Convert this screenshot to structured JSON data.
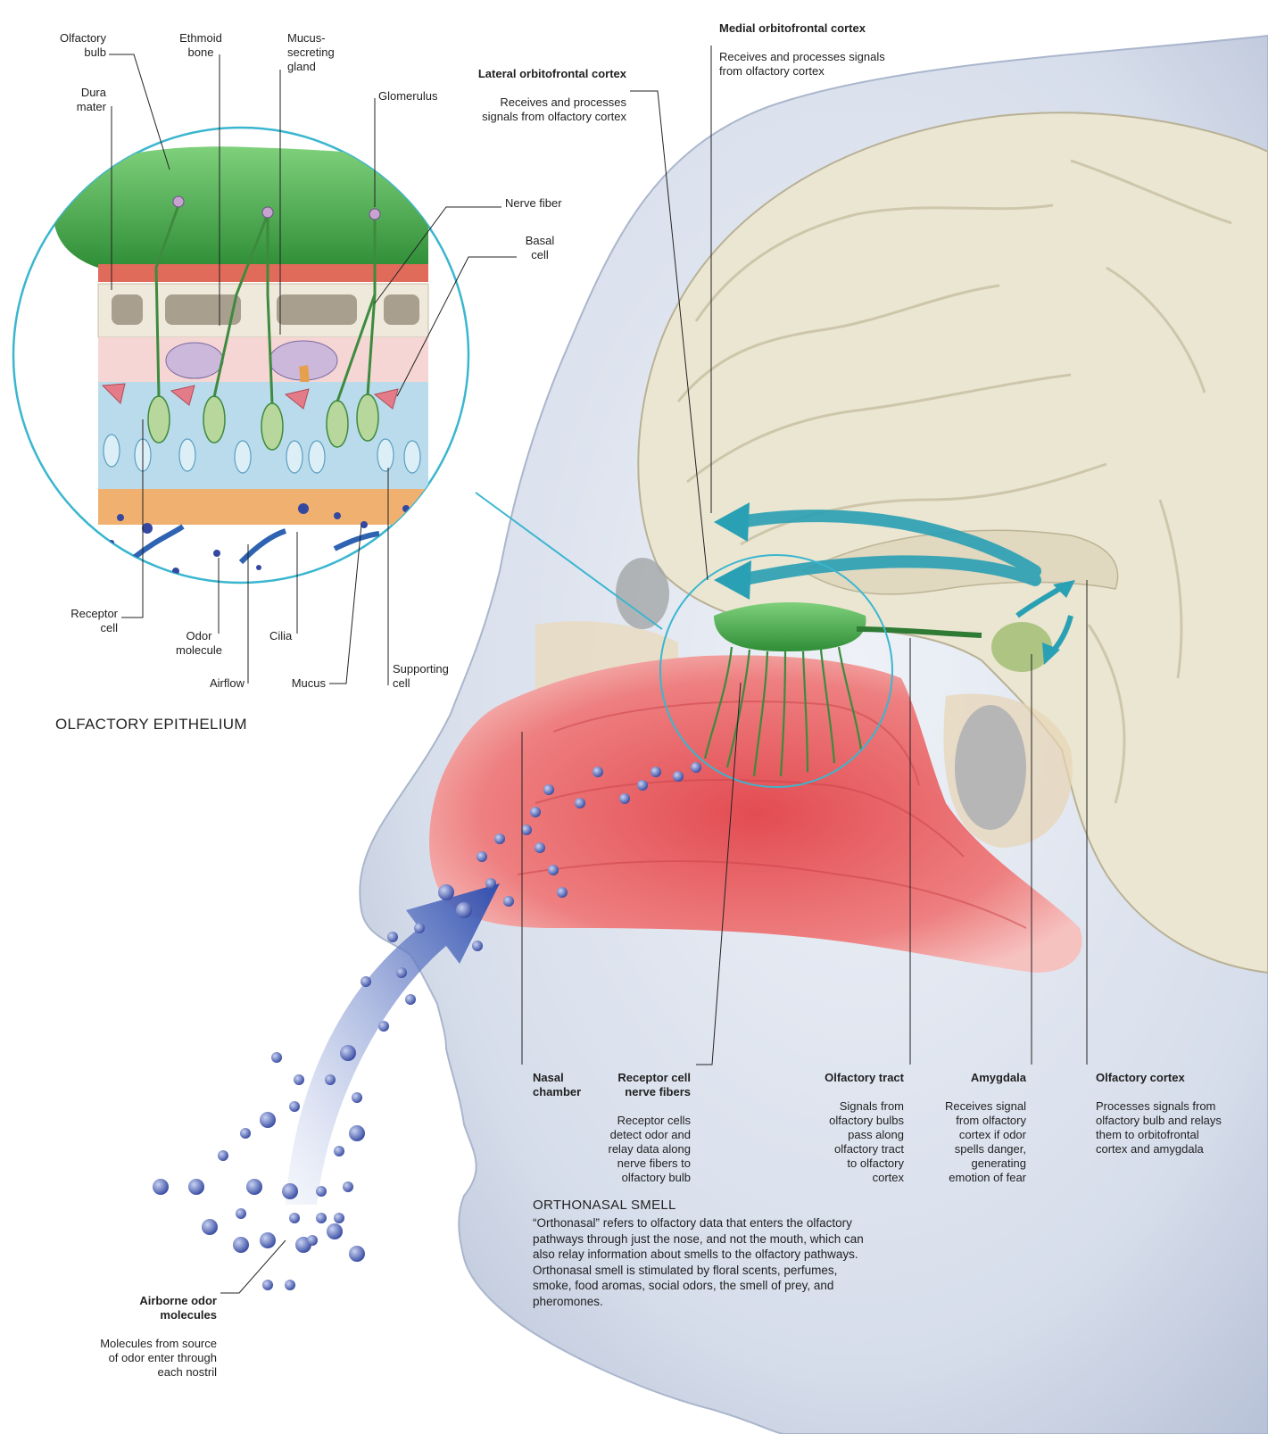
{
  "epithelium": {
    "heading": "OLFACTORY EPITHELIUM",
    "labels": {
      "olfactory_bulb": "Olfactory\nbulb",
      "ethmoid_bone": "Ethmoid\nbone",
      "mucus_gland": "Mucus-\nsecreting\ngland",
      "dura_mater": "Dura\nmater",
      "glomerulus": "Glomerulus",
      "nerve_fiber": "Nerve fiber",
      "basal_cell": "Basal\ncell",
      "receptor_cell": "Receptor\ncell",
      "odor_molecule": "Odor\nmolecule",
      "cilia": "Cilia",
      "airflow": "Airflow",
      "mucus": "Mucus",
      "supporting_cell": "Supporting\ncell"
    }
  },
  "brain_labels": {
    "medial_ofc": {
      "title": "Medial orbitofrontal cortex",
      "desc": "Receives and processes signals\nfrom olfactory cortex"
    },
    "lateral_ofc": {
      "title": "Lateral orbitofrontal cortex",
      "desc": "Receives and processes\nsignals from olfactory cortex"
    }
  },
  "bottom_labels": {
    "nasal_chamber": {
      "title": "Nasal\nchamber"
    },
    "receptor_fibers": {
      "title": "Receptor cell\nnerve fibers",
      "desc": "Receptor cells\ndetect odor and\nrelay data along\nnerve fibers to\nolfactory bulb"
    },
    "olfactory_tract": {
      "title": "Olfactory tract",
      "desc": "Signals from\nolfactory bulbs\npass along\nolfactory tract\nto olfactory\ncortex"
    },
    "amygdala": {
      "title": "Amygdala",
      "desc": "Receives signal\nfrom olfactory\ncortex if odor\nspells danger,\ngenerating\nemotion of fear"
    },
    "olfactory_cortex": {
      "title": "Olfactory cortex",
      "desc": "Processes signals from\nolfactory bulb and relays\nthem to orbitofrontal\ncortex and amygdala"
    }
  },
  "airborne": {
    "title": "Airborne odor\nmolecules",
    "desc": "Molecules from source\nof odor enter through\neach nostril"
  },
  "orthonasal": {
    "heading": "ORTHONASAL SMELL",
    "body": "“Orthonasal” refers to olfactory data that enters the olfactory pathways through just the nose, and not the mouth, which can also relay information about smells to the olfactory pathways. Orthonasal smell is stimulated by floral scents, perfumes, smoke, food aromas, social odors, the smell of prey, and pheromones."
  },
  "colors": {
    "head": "#dfe5f0",
    "brain": "#ece7d4",
    "nasal": "#e35b5e",
    "bulb": "#3f9a3f",
    "arrows": "#2aa0b4",
    "molecules": "#3a52a8",
    "circle": "#3ab6cf"
  }
}
